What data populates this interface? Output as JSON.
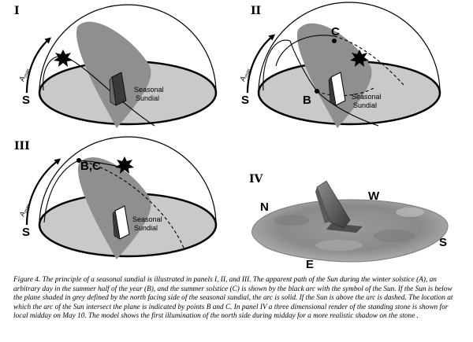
{
  "panels": {
    "p1": {
      "label": "I",
      "south": "S",
      "amax_main": "A",
      "amax_sub": "max",
      "dial_line1": "Seasonal",
      "dial_line2": "Sundial"
    },
    "p2": {
      "label": "II",
      "south": "S",
      "amax_main": "A",
      "amax_sub": "max",
      "point_b": "B",
      "point_c": "C",
      "dial_line1": "Seasonal",
      "dial_line2": "Sundial"
    },
    "p3": {
      "label": "III",
      "south": "S",
      "amax_main": "A",
      "amax_sub": "max",
      "point_bc": "B,C",
      "dial_line1": "Seasonal",
      "dial_line2": "Sundial"
    },
    "p4": {
      "label": "IV",
      "north": "N",
      "west": "W",
      "south": "S",
      "east": "E"
    }
  },
  "caption": "Figure 4. The principle of a seasonal sundial is illustrated in panels I, II, and III. The apparent path of the Sun during the winter solstice (A), an arbitrary day in the summer half of the year (B), and the summer solstice (C) is shown by the black arc with the symbol of the Sun. If the Sun is below the plane shaded in grey defined by the north facing side of the seasonal sundial, the arc is solid. If the Sun is above the arc is dashed. The location at which the arc of the Sun intersect the plane is indicated by points B and C. In panel IV a three dimensional render of the standing stone is shown for local midday on May 10. The model shows the first illumination of the north side during midday for a more realistic shadow on the stone ."
}
